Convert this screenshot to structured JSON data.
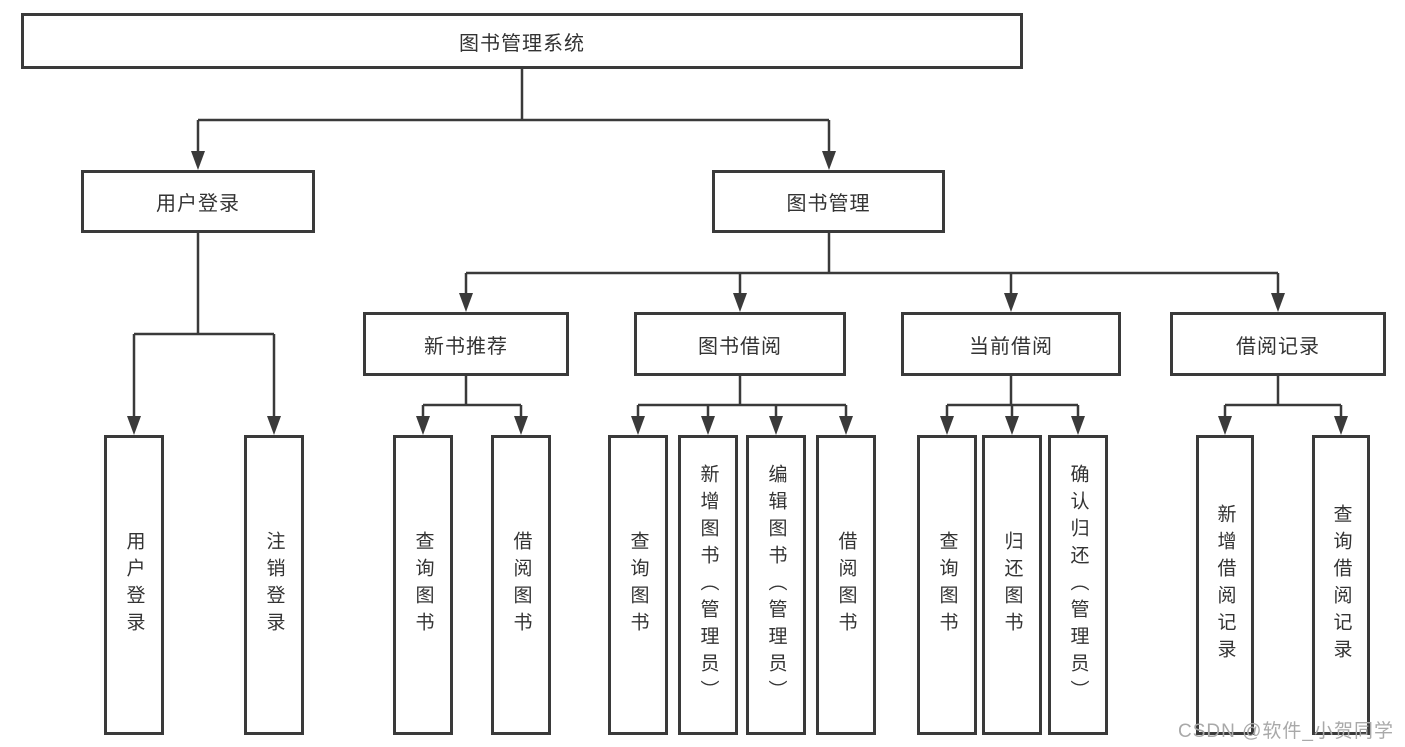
{
  "diagram": {
    "watermark": "CSDN @软件_小贺同学",
    "colors": {
      "line": "#3a3a3a",
      "text": "#333333",
      "box_background": "#ffffff",
      "watermark_text": "#a9a9a9",
      "page_background": "#ffffff"
    },
    "tree": {
      "label": "图书管理系统",
      "children": [
        {
          "label": "用户登录",
          "children": [
            {
              "label": "用户登录"
            },
            {
              "label": "注销登录"
            }
          ]
        },
        {
          "label": "图书管理",
          "children": [
            {
              "label": "新书推荐",
              "children": [
                {
                  "label": "查询图书"
                },
                {
                  "label": "借阅图书"
                }
              ]
            },
            {
              "label": "图书借阅",
              "children": [
                {
                  "label": "查询图书"
                },
                {
                  "label": "新增图书（管理员）"
                },
                {
                  "label": "编辑图书（管理员）"
                },
                {
                  "label": "借阅图书"
                }
              ]
            },
            {
              "label": "当前借阅",
              "children": [
                {
                  "label": "查询图书"
                },
                {
                  "label": "归还图书"
                },
                {
                  "label": "确认归还（管理员）"
                }
              ]
            },
            {
              "label": "借阅记录",
              "children": [
                {
                  "label": "新增借阅记录"
                },
                {
                  "label": "查询借阅记录"
                }
              ]
            }
          ]
        }
      ]
    }
  }
}
